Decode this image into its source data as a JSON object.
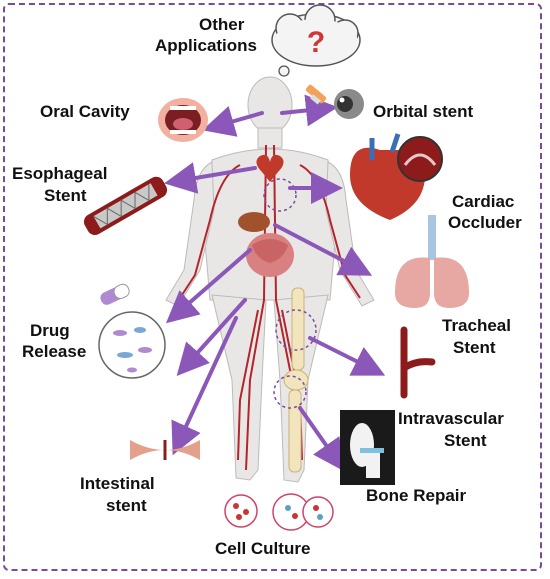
{
  "labels": {
    "other_applications_line1": "Other",
    "other_applications_line2": "Applications",
    "oral_cavity": "Oral Cavity",
    "orbital_stent": "Orbital stent",
    "esophageal_line1": "Esophageal",
    "esophageal_line2": "Stent",
    "cardiac_line1": "Cardiac",
    "cardiac_line2": "Occluder",
    "drug_line1": "Drug",
    "drug_line2": "Release",
    "tracheal_line1": "Tracheal",
    "tracheal_line2": "Stent",
    "intravascular_line1": "Intravascular",
    "intravascular_line2": "Stent",
    "intestinal_line1": "Intestinal",
    "intestinal_line2": "stent",
    "bone_repair": "Bone Repair",
    "cell_culture": "Cell Culture",
    "question_mark": "?"
  },
  "colors": {
    "arrow": "#8b57b8",
    "border": "#7a4a9c",
    "vessel": "#b3252b",
    "skin": "#e9e7e6",
    "organ": "#c85a5a",
    "lung": "#e7a7a3"
  }
}
